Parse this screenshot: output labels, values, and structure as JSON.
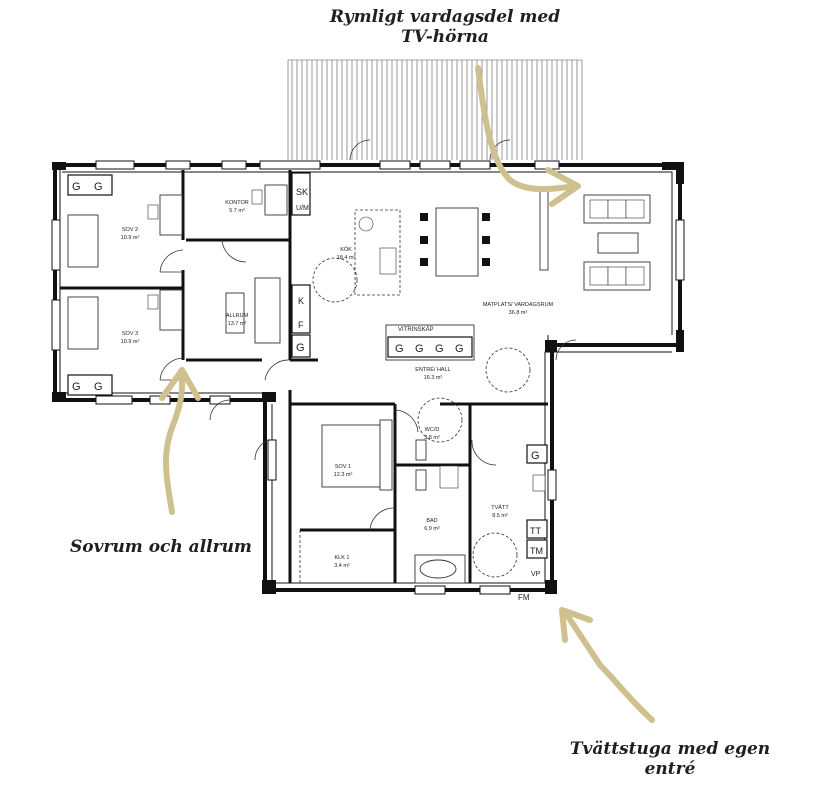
{
  "callouts": {
    "top": "Rymligt vardagsdel med TV-hörna",
    "left": "Sovrum och allrum",
    "bottom": "Tvättstuga med egen entré"
  },
  "rooms": {
    "sov2": {
      "name": "SOV 2",
      "area": "10.9 m²"
    },
    "kontor": {
      "name": "KONTOR",
      "area": "5.7 m²"
    },
    "sov3": {
      "name": "SOV 3",
      "area": "10.9 m²"
    },
    "allrum": {
      "name": "ALLRUM",
      "area": "13.7 m²"
    },
    "kok": {
      "name": "KÖK",
      "area": "18.4 m²"
    },
    "matplats": {
      "name": "MATPLATS/ VARDAGSRUM",
      "area": "36.8 m²"
    },
    "entre": {
      "name": "ENTRÉ/ HALL",
      "area": "16.3 m²"
    },
    "sov1": {
      "name": "SOV 1",
      "area": "12.3 m²"
    },
    "wc": {
      "name": "WC/D",
      "area": "3.8 m²"
    },
    "bad": {
      "name": "BAD",
      "area": "6.9 m²"
    },
    "tvatt": {
      "name": "TVÄTT",
      "area": "8.5 m²"
    },
    "klk": {
      "name": "KLK 1",
      "area": "3.4 m²"
    }
  },
  "fixtures": {
    "g": "G",
    "um": "U/M",
    "sk": "SK",
    "f": "F",
    "k": "K",
    "tt": "TT",
    "tm": "TM",
    "vp": "VP",
    "fm": "FM",
    "vitrinskap": "VITRINSKÅP"
  },
  "arrow_color": "#cfc18f"
}
